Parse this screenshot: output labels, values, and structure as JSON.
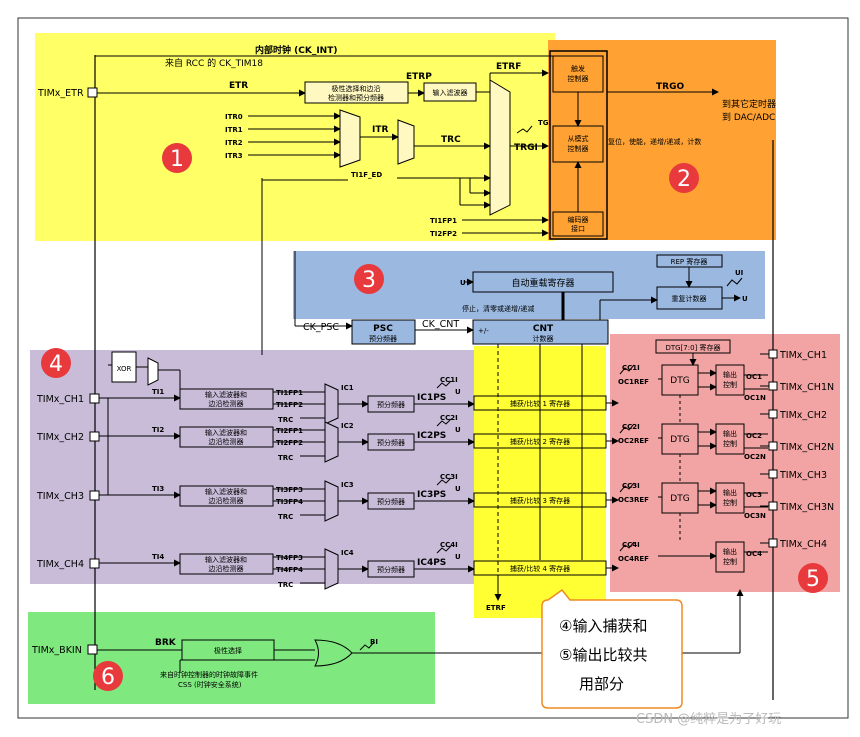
{
  "zones": {
    "yellow": "#ffff66",
    "orange": "#ffa233",
    "blue": "#9ab8e0",
    "purple": "#c8bcd8",
    "pink": "#f2a4a4",
    "green": "#7fe87f",
    "yellow_strip": "#ffff33",
    "badge": "#e8393c"
  },
  "badges": [
    "1",
    "2",
    "3",
    "4",
    "5",
    "6"
  ],
  "top": {
    "internal_clock": "内部时钟 (CK_INT)",
    "from_rcc": "来自 RCC 的 CK_TIM18",
    "etr_pin": "TIMx_ETR",
    "etr": "ETR",
    "etrp": "ETRP",
    "etrf": "ETRF",
    "polarity_box": "极性选择和边沿\n检测器和预分频器",
    "input_filter": "输入滤波器",
    "itr": [
      "ITR0",
      "ITR1",
      "ITR2",
      "ITR3"
    ],
    "itr_label": "ITR",
    "trc": "TRC",
    "tgi": "TGI",
    "trgi": "TRGI",
    "ti1f_ed": "TI1F_ED",
    "ti1fp1": "TI1FP1",
    "ti2fp2": "TI2FP2",
    "trigger_ctrl": "触发\n控制器",
    "slave_ctrl": "从模式\n控制器",
    "encoder_if": "编码器\n接口",
    "trgo": "TRGO",
    "to_other": "到其它定时器\n到 DAC/ADC",
    "reset_text": "复位，使能，递增/递减，计数"
  },
  "counter": {
    "auto_reload": "自动重载寄存器",
    "stop_text": "停止，清零或递增/递减",
    "rep_reg": "REP 寄存器",
    "rep_counter": "重复计数器",
    "ui": "UI",
    "u": "U",
    "ck_psc": "CK_PSC",
    "psc": "PSC",
    "psc_sub": "预分频器",
    "ck_cnt": "CK_CNT",
    "cnt": "CNT",
    "cnt_sub": "计数器",
    "plusminus": "+/-"
  },
  "inputs": {
    "xor": "XOR",
    "filter_box": "输入滤波器和\n边沿检测器",
    "prescaler": "预分频器",
    "trc": "TRC",
    "channels": [
      {
        "pin": "TIMx_CH1",
        "ti": "TI1",
        "fp1": "TI1FP1",
        "fp2": "TI1FP2",
        "ic": "IC1",
        "icps": "IC1PS",
        "cci": "CC1I"
      },
      {
        "pin": "TIMx_CH2",
        "ti": "TI2",
        "fp1": "TI2FP1",
        "fp2": "TI2FP2",
        "ic": "IC2",
        "icps": "IC2PS",
        "cci": "CC2I"
      },
      {
        "pin": "TIMx_CH3",
        "ti": "TI3",
        "fp1": "TI3FP3",
        "fp2": "TI3FP4",
        "ic": "IC3",
        "icps": "IC3PS",
        "cci": "CC3I"
      },
      {
        "pin": "TIMx_CH4",
        "ti": "TI4",
        "fp1": "TI4FP3",
        "fp2": "TI4FP4",
        "ic": "IC4",
        "icps": "IC4PS",
        "cci": "CC4I"
      }
    ]
  },
  "capture": {
    "registers": [
      "捕获/比较 1 寄存器",
      "捕获/比较 2 寄存器",
      "捕获/比较 3 寄存器",
      "捕获/比较 4 寄存器"
    ],
    "u": "U",
    "etrf": "ETRF"
  },
  "outputs": {
    "dtg_reg": "DTG[7:0] 寄存器",
    "dtg": "DTG",
    "out_ctrl": "输出\n控制",
    "refs": [
      "OC1REF",
      "OC2REF",
      "OC3REF",
      "OC4REF"
    ],
    "cci": [
      "CC1I",
      "CC2I",
      "CC3I",
      "CC4I"
    ],
    "oc": [
      "OC1",
      "OC2",
      "OC3",
      "OC4"
    ],
    "ocn": [
      "OC1N",
      "OC2N",
      "OC3N"
    ],
    "pins": [
      "TIMx_CH1",
      "TIMx_CH1N",
      "TIMx_CH2",
      "TIMx_CH2N",
      "TIMx_CH3",
      "TIMx_CH3N",
      "TIMx_CH4"
    ]
  },
  "brake": {
    "pin": "TIMx_BKIN",
    "brk": "BRK",
    "polarity": "极性选择",
    "bi": "BI",
    "css_text": "来自时钟控制器的时钟故障事件\nCSS (时钟安全系统)"
  },
  "callout": [
    "④输入捕获和",
    "⑤输出比较共",
    "用部分"
  ],
  "watermark": "CSDN @纯粹是为了好玩"
}
